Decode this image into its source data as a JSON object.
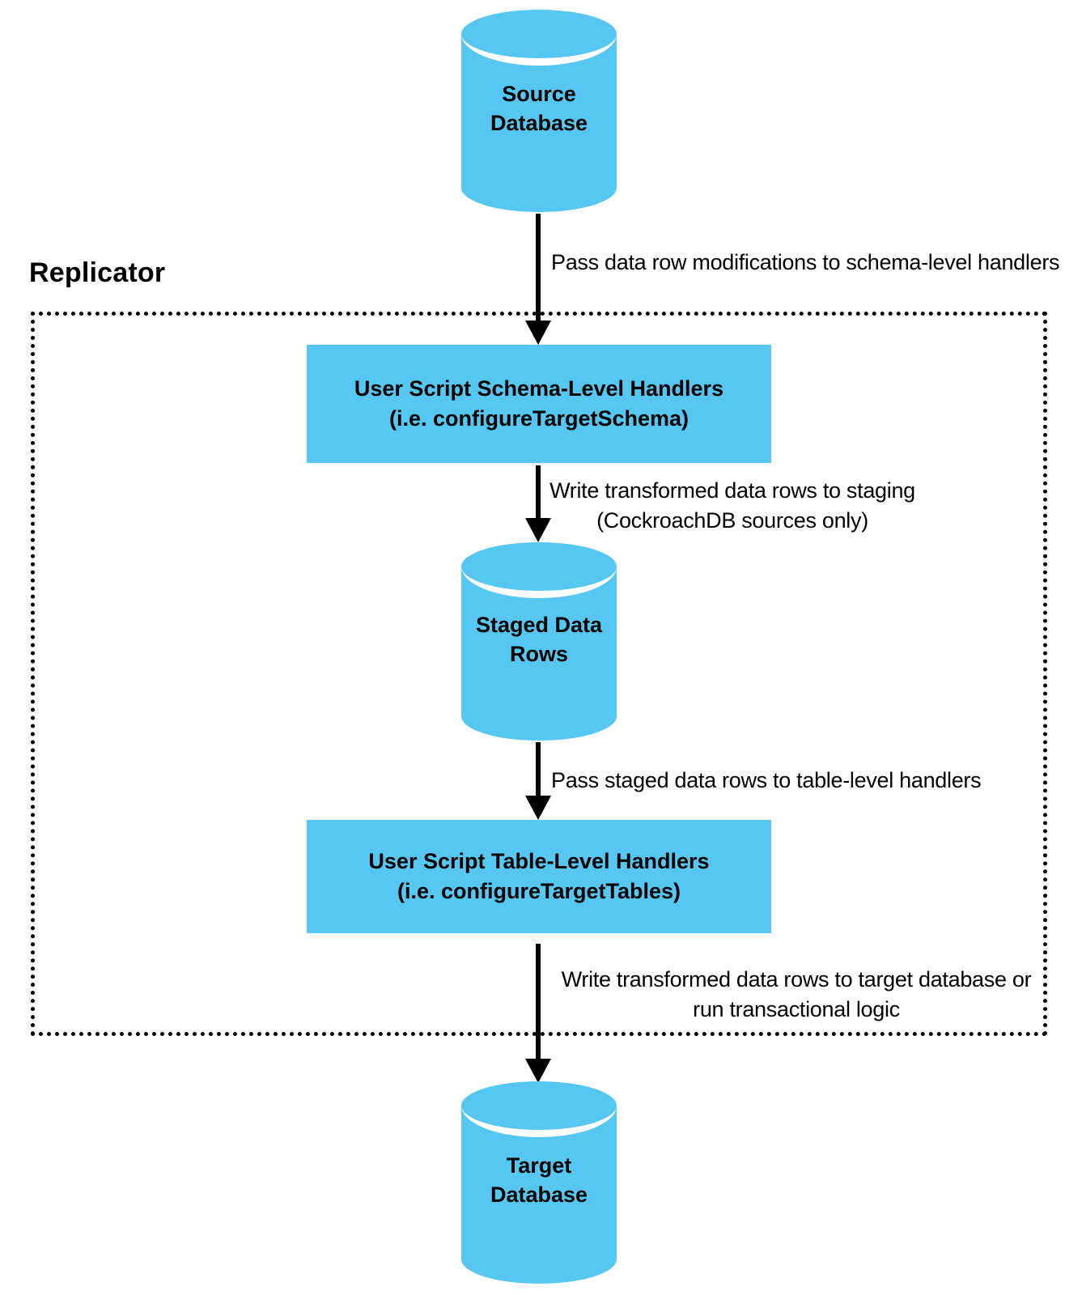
{
  "diagram": {
    "boundary_title": "Replicator",
    "nodes": {
      "source_db": {
        "label": "Source\nDatabase"
      },
      "schema_handlers": {
        "label": "User Script Schema-Level Handlers\n(i.e. configureTargetSchema)"
      },
      "staged_rows": {
        "label": "Staged Data\nRows"
      },
      "table_handlers": {
        "label": "User Script Table-Level Handlers\n(i.e. configureTargetTables)"
      },
      "target_db": {
        "label": "Target\nDatabase"
      }
    },
    "edges": {
      "source_to_schema": {
        "label": "Pass data row modifications to schema-level handlers"
      },
      "schema_to_staged": {
        "label": "Write transformed data rows to staging\n(CockroachDB sources only)"
      },
      "staged_to_table": {
        "label": "Pass staged data rows to table-level handlers"
      },
      "table_to_target": {
        "label": "Write transformed data rows to target database or\nrun transactional logic"
      }
    },
    "colors": {
      "node_fill": "#56C7F2",
      "arrow": "#000000",
      "text": "#000000",
      "background": "#FFFFFF"
    }
  }
}
